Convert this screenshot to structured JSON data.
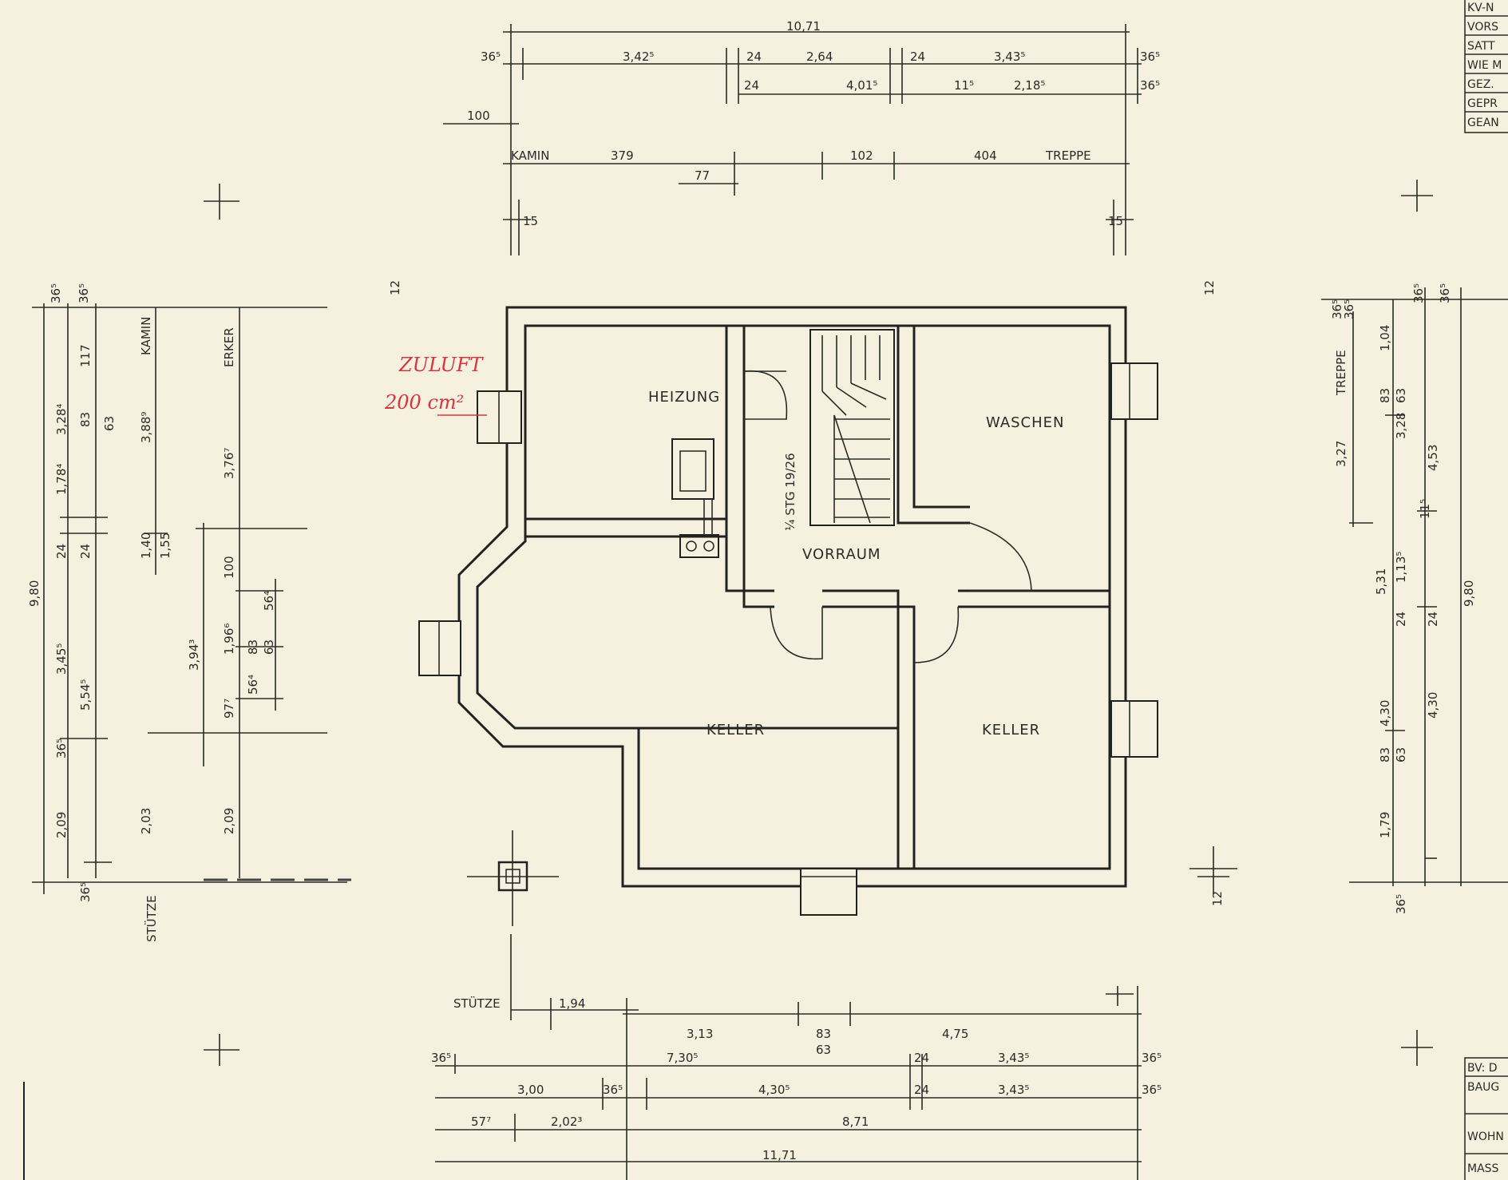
{
  "rooms": {
    "heizung": "HEIZUNG",
    "waschen": "WASCHEN",
    "vorraum": "VORRAUM",
    "keller_left": "KELLER",
    "keller_right": "KELLER"
  },
  "stair_label": "¼ STG 19/26",
  "note_red": {
    "line1": "ZULUFT",
    "line2": "200 cm²"
  },
  "labels": {
    "kamin_top": "KAMIN",
    "treppe_top": "TREPPE",
    "kamin_left": "KAMIN",
    "erker_left": "ERKER",
    "stuetze_left": "STÜTZE",
    "stuetze_bottom": "STÜTZE",
    "treppe_right": "TREPPE"
  },
  "dims_top": {
    "total": "10,71",
    "row1": [
      "36⁵",
      "3,42⁵",
      "24",
      "2,64",
      "24",
      "3,43⁵",
      "36⁵"
    ],
    "row2": [
      "24",
      "4,01⁵",
      "11⁵",
      "2,18⁵",
      "36⁵"
    ],
    "d100": "100",
    "kamin_379": "379",
    "d77": "77",
    "d102": "102",
    "d404": "404",
    "d15_left": "15",
    "d15_right": "15",
    "d12_left": "12",
    "d12_right": "12"
  },
  "dims_left": {
    "total": "9,80",
    "col1": [
      "36⁵",
      "3,28⁴",
      "1,78⁴",
      "24",
      "3,45⁵",
      "5,54⁵",
      "36⁵",
      "2,09",
      "36⁵"
    ],
    "col2": [
      "36⁵",
      "117",
      "83",
      "63",
      "24"
    ],
    "kamin": [
      "3,88⁹",
      "1,40",
      "1,55"
    ],
    "erker": [
      "3,76⁷",
      "100",
      "1,96⁶",
      "3,94³",
      "83",
      "63",
      "56⁴",
      "56⁴",
      "97⁷",
      "2,09",
      "2,03"
    ]
  },
  "dims_right": {
    "total": "9,80",
    "c1": [
      "36⁵",
      "1,04",
      "83",
      "63",
      "3,28",
      "11⁵",
      "1,13⁵",
      "24",
      "4,30",
      "36⁵"
    ],
    "c2": [
      "4,53",
      "5,31",
      "24",
      "4,30"
    ],
    "treppe": [
      "3,27",
      "83",
      "63",
      "1,79"
    ],
    "d36": [
      "36⁵",
      "36⁵",
      "36⁵"
    ],
    "d12": "12"
  },
  "dims_bottom": {
    "d194": "1,94",
    "d313": "3,13",
    "d83": "83",
    "d63": "63",
    "d475": "4,75",
    "row1": [
      "36⁵",
      "7,30⁵",
      "24",
      "3,43⁵",
      "36⁵"
    ],
    "row2": [
      "3,00",
      "36⁵",
      "4,30⁵",
      "24",
      "3,43⁵",
      "36⁵"
    ],
    "row3": [
      "57⁷",
      "2,02³",
      "8,71"
    ],
    "total": "11,71"
  },
  "title_block_top": [
    "KV-N",
    "VORS",
    "SATT",
    "WIE M",
    "GEZ.",
    "GEPR",
    "GEAN"
  ],
  "title_block_bottom": [
    "BV: D",
    "BAUG",
    "WOHN",
    "MASS"
  ],
  "colors": {
    "paper": "#f6f1df",
    "ink": "#222222",
    "red_note": "#d8343e"
  }
}
